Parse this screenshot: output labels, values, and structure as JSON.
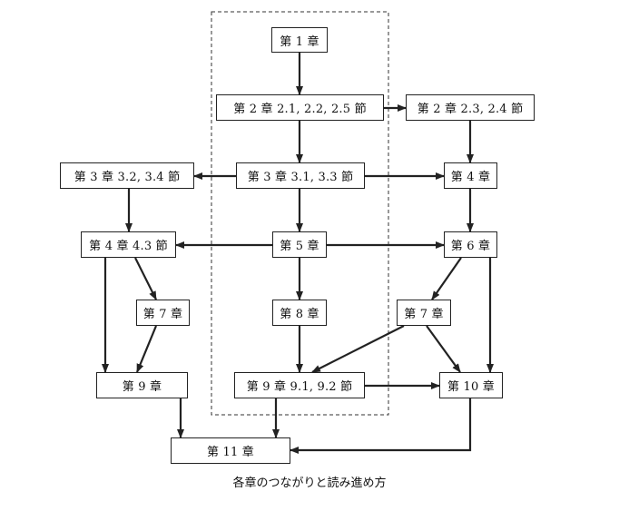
{
  "nodes": {
    "ch1": "第 1 章",
    "ch2_main": "第 2 章 2.1, 2.2, 2.5 節",
    "ch2_side": "第 2 章 2.3, 2.4 節",
    "ch3_left": "第 3 章 3.2, 3.4 節",
    "ch3_main": "第 3 章 3.1, 3.3 節",
    "ch4_right": "第 4 章",
    "ch4_left": "第 4 章 4.3 節",
    "ch5": "第 5 章",
    "ch6": "第 6 章",
    "ch7_left": "第 7 章",
    "ch8": "第 8 章",
    "ch7_right": "第 7 章",
    "ch9_left": "第 9 章",
    "ch9_main": "第 9 章 9.1, 9.2 節",
    "ch10": "第 10 章",
    "ch11": "第 11 章"
  },
  "caption": "各章のつながりと読み進め方"
}
